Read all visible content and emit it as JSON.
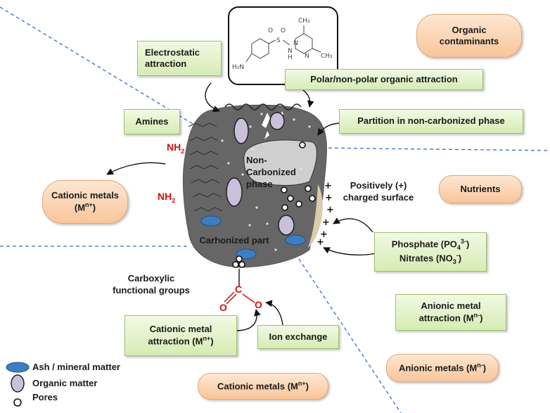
{
  "labels": {
    "electrostatic": "Electrostatic attraction",
    "polar": "Polar/non-polar organic attraction",
    "partition": "Partition in non-carbonized  phase",
    "amines": "Amines",
    "organic_contaminants": "Organic contaminants",
    "nutrients": "Nutrients",
    "cationic_metals_left": "Cationic metals",
    "cationic_metals_left_sub": "(M",
    "cationic_metals_left_sup": "n+",
    "cationic_metals_left_tail": ")",
    "non_carbonized": "Non-Carbonized phase",
    "positively_charged": "Positively (+) charged surface",
    "carbonized": "Carbonized part",
    "phosphate": "Phosphate (PO",
    "phosphate_sub": "4",
    "phosphate_sup": "3-",
    "phosphate_tail": ")",
    "nitrates": "Nitrates (NO",
    "nitrates_sub": "3",
    "nitrates_sup": "-",
    "nitrates_tail": ")",
    "carboxylic": "Carboxylic functional groups",
    "cationic_attraction": "Cationic metal attraction (M",
    "cationic_attraction_sup": "n+",
    "cationic_attraction_tail": ")",
    "ion_exchange": "Ion exchange",
    "anionic_attraction": "Anionic metal attraction (M",
    "anionic_attraction_sup": "n-",
    "anionic_attraction_tail": ")",
    "anionic_metals": "Anionic metals (M",
    "anionic_metals_sup": "n-",
    "anionic_metals_tail": ")",
    "cationic_metals_bottom": "Cationic metals (M",
    "cationic_metals_bottom_sup": "n+",
    "cationic_metals_bottom_tail": ")",
    "nh2_top": "NH",
    "nh2_top_sub": "2",
    "nh2_bottom": "NH",
    "nh2_bottom_sub": "2",
    "carbon": "C",
    "oxygen1": "O",
    "oxygen2": "O"
  },
  "molecule": {
    "h2n": "H₂N",
    "s": "S",
    "o1": "O",
    "o2": "O",
    "n": "N",
    "h": "H",
    "n1": "N",
    "n2": "N",
    "ch3_a": "CH₃",
    "ch3_b": "CH₃"
  },
  "legend": {
    "ash": "Ash / mineral matter",
    "organic": "Organic matter",
    "pores": "Pores"
  },
  "colors": {
    "particle": "#666666",
    "green_fill": "#d6ecb3",
    "orange_fill": "#f9c59b",
    "ash_blue": "#3d7ec2",
    "organic_lavender": "#c9c0da",
    "dashed_line": "#3b6fb5",
    "functional_red": "#cc1111"
  }
}
